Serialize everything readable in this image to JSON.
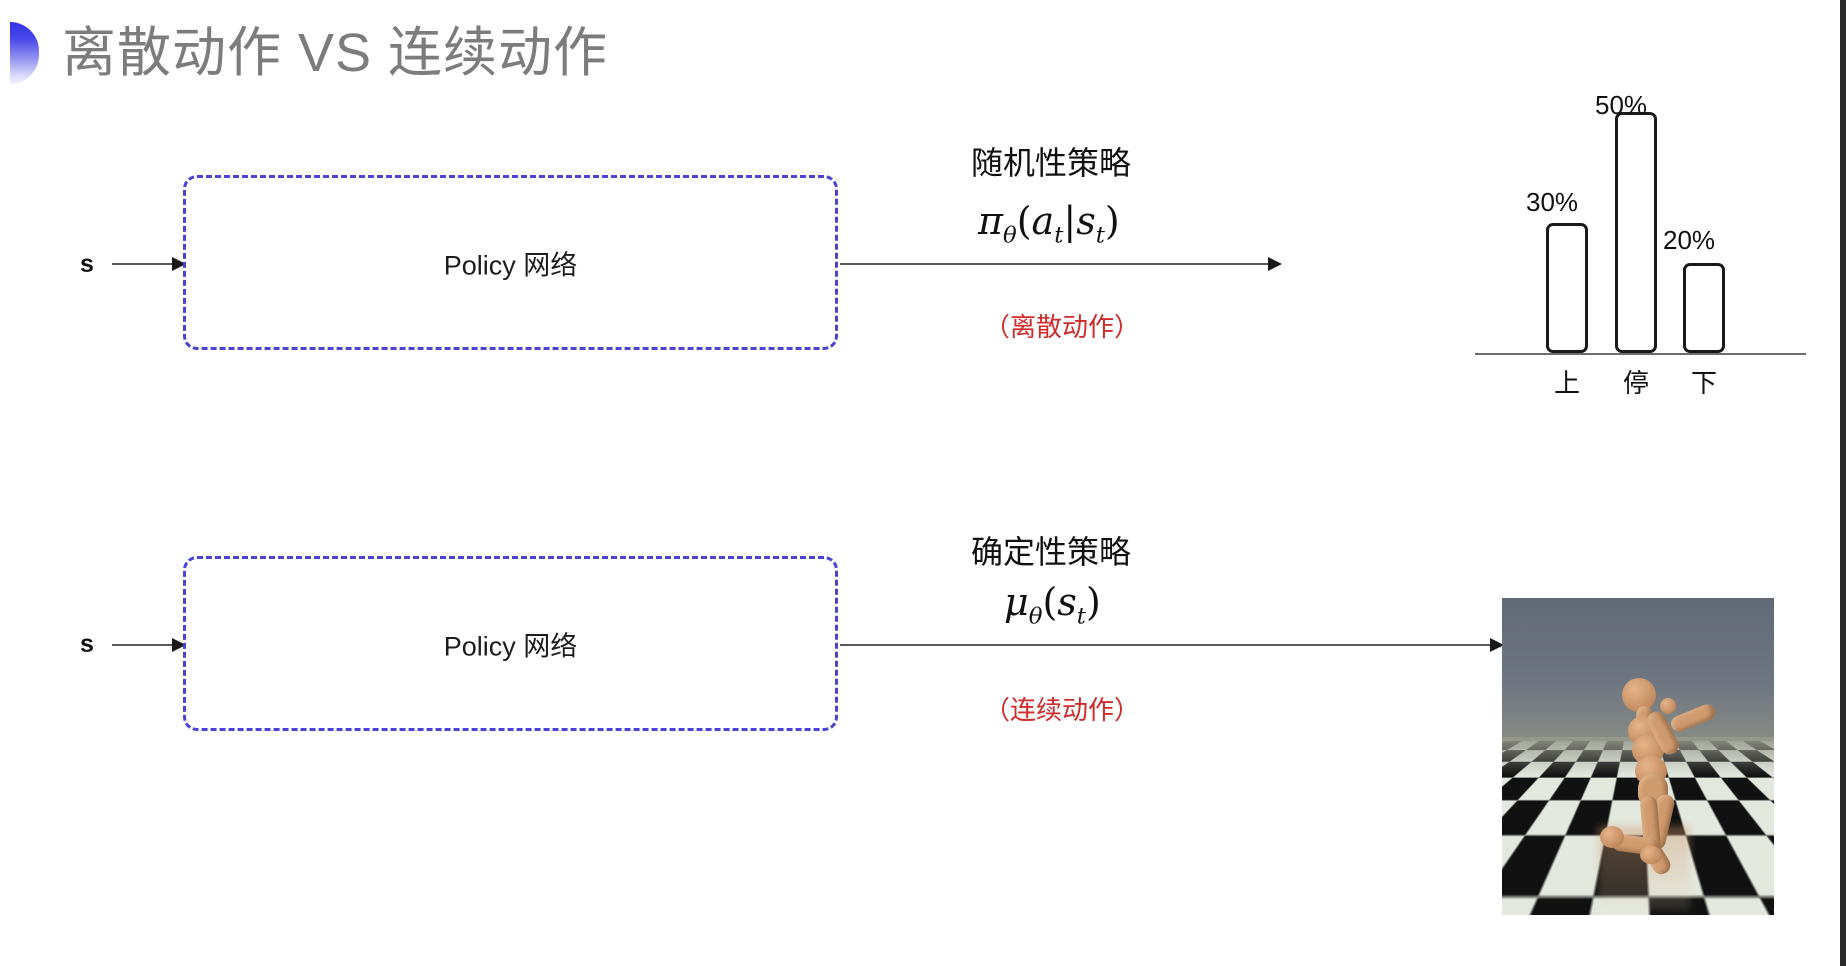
{
  "slide": {
    "title": "离散动作 VS 连续动作",
    "bullet_icon": "half-circle-bullet",
    "title_color": "#7c7c7c",
    "accent_color": "#3232e6",
    "dashed_box_color": "#4a43d6",
    "note_color": "#d02a2a",
    "background": "#ffffff"
  },
  "rows": [
    {
      "input_label": "s",
      "box_label": "Policy 网络",
      "caption": "随机性策略",
      "formula_parts": {
        "fn": "π",
        "sub": "θ",
        "open": "(",
        "arg1": "a",
        "arg1_sub": "t",
        "bar": "|",
        "arg2": "s",
        "arg2_sub": "t",
        "close": ")"
      },
      "action_note": "（离散动作）",
      "output_kind": "bar-chart"
    },
    {
      "input_label": "s",
      "box_label": "Policy 网络",
      "caption": "确定性策略",
      "formula_parts": {
        "fn": "μ",
        "sub": "θ",
        "open": "(",
        "arg1": "s",
        "arg1_sub": "t",
        "close": ")"
      },
      "action_note": "（连续动作）",
      "output_kind": "humanoid-render"
    }
  ],
  "chart_data": {
    "type": "bar",
    "title": "",
    "xlabel": "",
    "ylabel": "",
    "categories": [
      "上",
      "停",
      "下"
    ],
    "values": [
      30,
      50,
      20
    ],
    "value_labels": [
      "30%",
      "50%",
      "20%"
    ],
    "ylim": [
      0,
      58
    ],
    "grid": false,
    "legend": false,
    "bar_fill": "#ffffff",
    "bar_stroke": "#1a1a1a",
    "axis_color": "#6e6e6e"
  },
  "humanoid": {
    "alt": "MuJoCo humanoid running on checkerboard floor",
    "sky_color": "#6c7480",
    "floor_light": "#e9efe4",
    "floor_dark": "#0b0b0b",
    "body_color": "#cf9a6e"
  }
}
